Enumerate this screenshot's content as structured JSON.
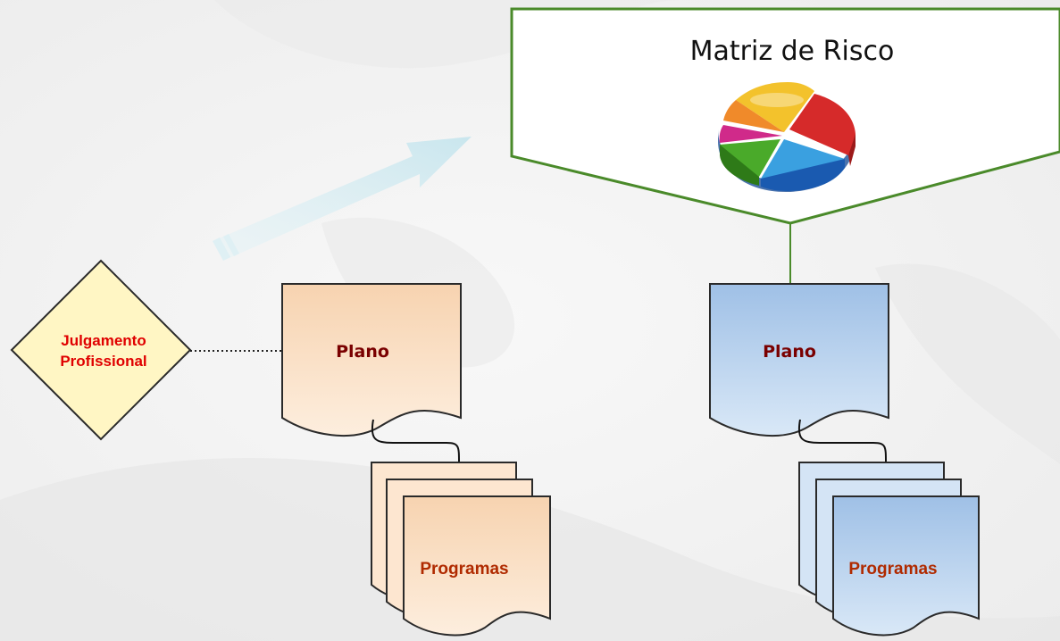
{
  "matrix": {
    "title": "Matriz de Risco",
    "chart_icon": "pie-chart-3d-icon"
  },
  "left_branch": {
    "plan_label": "Plano",
    "programs_label": "Programas",
    "fill_color": "#fbe3cc"
  },
  "right_branch": {
    "plan_label": "Plano",
    "programs_label": "Programas",
    "fill_color": "#b5d0ec"
  },
  "judgment": {
    "line1": "Julgamento",
    "line2": "Profissional",
    "fill_color": "#fff6c4"
  },
  "colors": {
    "matrix_border": "#4a8a2a",
    "arrow": "#d3ecf2"
  }
}
